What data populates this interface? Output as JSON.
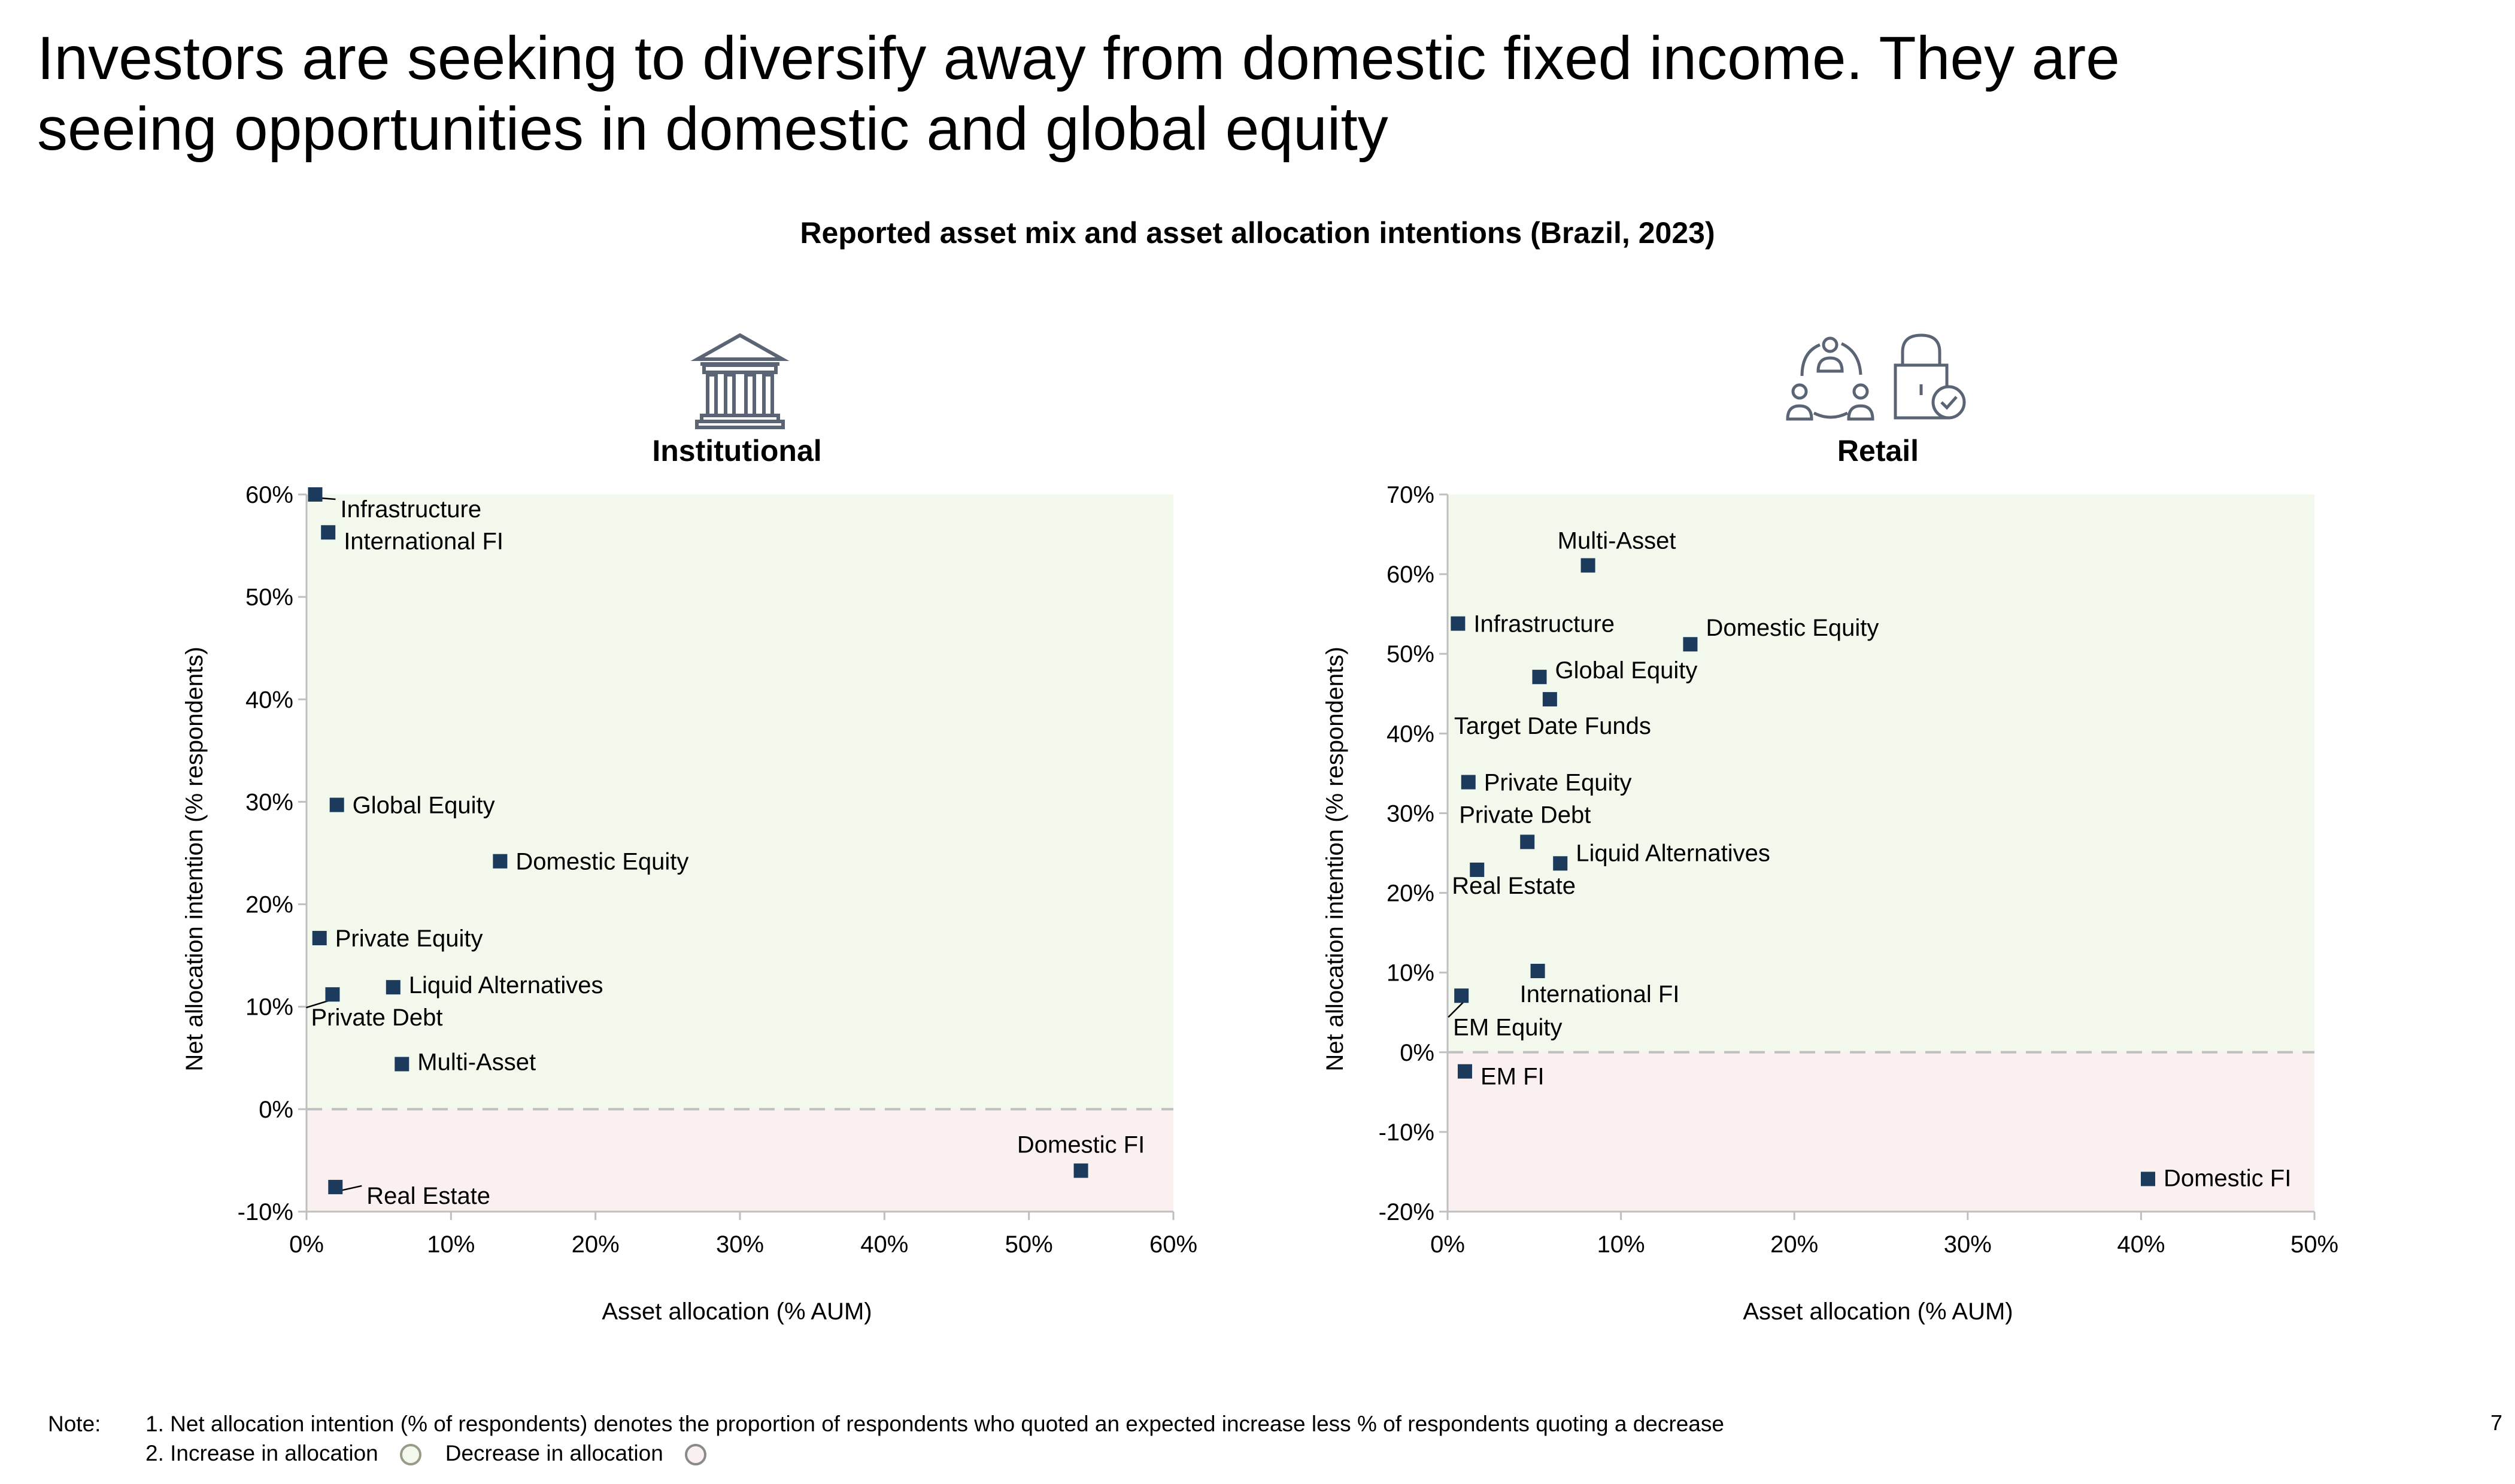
{
  "slide": {
    "title": "Investors are seeking to diversify away from domestic fixed income. They are seeing opportunities in domestic and global equity",
    "chart_heading": "Reported asset mix and asset allocation intentions (Brazil, 2023)",
    "page_number": "7"
  },
  "note": {
    "label": "Note:",
    "line1": "1. Net allocation intention (% of respondents) denotes the proportion of respondents who quoted an expected increase less % of respondents quoting a decrease",
    "line2_prefix": "2.",
    "increase_label": "Increase in allocation",
    "decrease_label": "Decrease in allocation"
  },
  "colors": {
    "marker": "#1b3a5c",
    "increase_zone": "#f2f8ec",
    "decrease_zone": "#fbf0f0",
    "axis": "#bfbfbf",
    "zero_line": "#bfbfbf",
    "icon": "#5a6475"
  },
  "chart_data": [
    {
      "type": "scatter",
      "title": "Institutional",
      "icon": "bank-building-icon",
      "xlabel": "Asset allocation (% AUM)",
      "ylabel": "Net allocation intention (% respondents)",
      "xlim": [
        0,
        60
      ],
      "ylim": [
        -10,
        60
      ],
      "xticks": [
        0,
        10,
        20,
        30,
        40,
        50,
        60
      ],
      "yticks": [
        -10,
        0,
        10,
        20,
        30,
        40,
        50,
        60
      ],
      "tick_format": "percent",
      "points": [
        {
          "label": "Infrastructure",
          "x": 0.6,
          "y": 60.0
        },
        {
          "label": "International FI",
          "x": 1.5,
          "y": 56.3
        },
        {
          "label": "Global Equity",
          "x": 2.1,
          "y": 29.7
        },
        {
          "label": "Domestic Equity",
          "x": 13.4,
          "y": 24.2
        },
        {
          "label": "Private Equity",
          "x": 0.9,
          "y": 16.7
        },
        {
          "label": "Liquid Alternatives",
          "x": 6.0,
          "y": 11.9
        },
        {
          "label": "Private Debt",
          "x": 1.8,
          "y": 11.2
        },
        {
          "label": "Multi-Asset",
          "x": 6.6,
          "y": 4.4
        },
        {
          "label": "Domestic FI",
          "x": 53.6,
          "y": -6.0
        },
        {
          "label": "Real Estate",
          "x": 2.0,
          "y": -7.6
        }
      ]
    },
    {
      "type": "scatter",
      "title": "Retail",
      "icon": "people-cycle-and-lock-icon",
      "xlabel": "Asset allocation (% AUM)",
      "ylabel": "Net allocation intention (% respondents)",
      "xlim": [
        0,
        50
      ],
      "ylim": [
        -20,
        70
      ],
      "xticks": [
        0,
        10,
        20,
        30,
        40,
        50
      ],
      "yticks": [
        -20,
        -10,
        0,
        10,
        20,
        30,
        40,
        50,
        60,
        70
      ],
      "tick_format": "percent",
      "points": [
        {
          "label": "Multi-Asset",
          "x": 8.1,
          "y": 61.1
        },
        {
          "label": "Infrastructure",
          "x": 0.6,
          "y": 53.8
        },
        {
          "label": "Domestic Equity",
          "x": 14.0,
          "y": 51.2
        },
        {
          "label": "Global Equity",
          "x": 5.3,
          "y": 47.1
        },
        {
          "label": "Target Date Funds",
          "x": 5.9,
          "y": 44.3
        },
        {
          "label": "Private Equity",
          "x": 1.2,
          "y": 33.9
        },
        {
          "label": "Private Debt",
          "x": 4.6,
          "y": 26.4
        },
        {
          "label": "Liquid Alternatives",
          "x": 6.5,
          "y": 23.7
        },
        {
          "label": "Real Estate",
          "x": 1.7,
          "y": 22.9
        },
        {
          "label": "International FI",
          "x": 5.2,
          "y": 10.2
        },
        {
          "label": "EM Equity",
          "x": 0.8,
          "y": 7.1
        },
        {
          "label": "EM FI",
          "x": 1.0,
          "y": -2.4
        },
        {
          "label": "Domestic FI",
          "x": 40.4,
          "y": -15.9
        }
      ]
    }
  ]
}
